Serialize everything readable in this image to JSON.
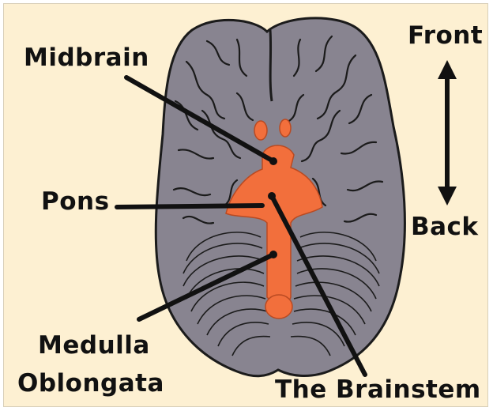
{
  "labels": {
    "midbrain": "Midbrain",
    "pons": "Pons",
    "medulla_line1": "Medulla",
    "medulla_line2": "Oblongata",
    "brainstem": "The Brainstem",
    "front": "Front",
    "back": "Back"
  },
  "colors": {
    "background": "#fdf0d2",
    "brain": "#888490",
    "brain_outline": "#1b1b1b",
    "brainstem": "#f26f3c",
    "pointer": "#111111"
  }
}
